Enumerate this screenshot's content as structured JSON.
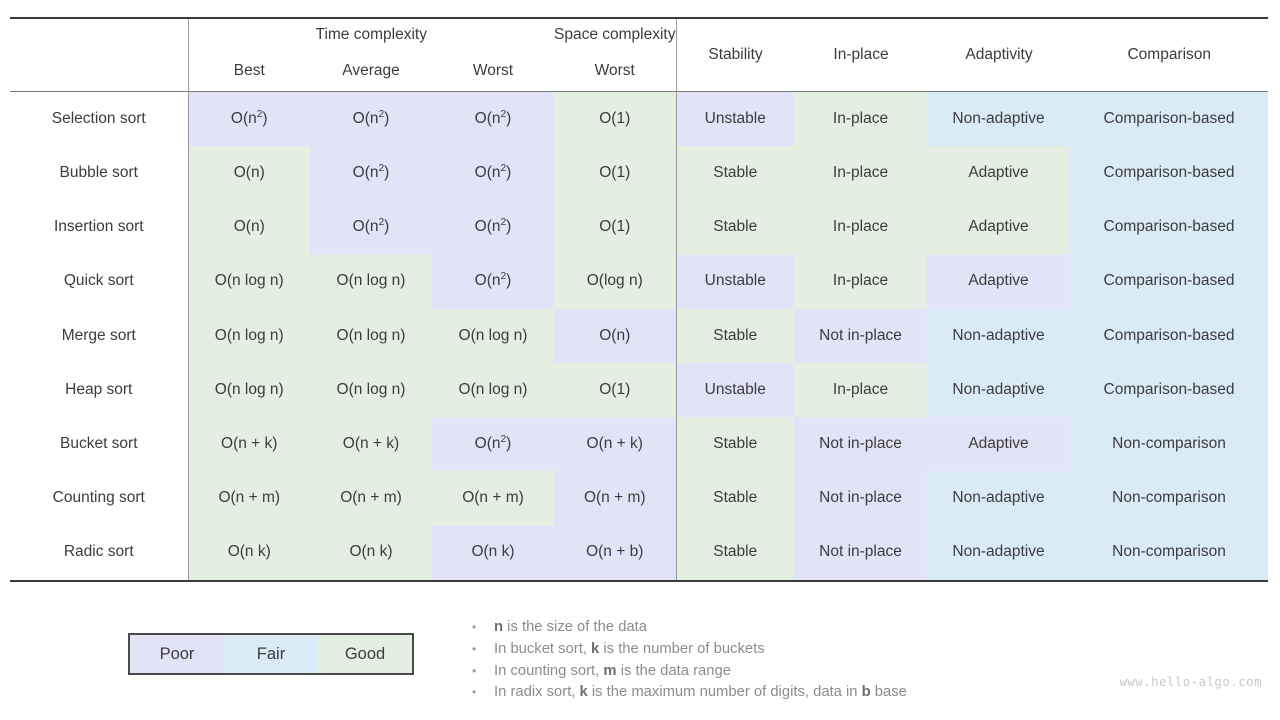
{
  "table": {
    "group_headers": [
      {
        "label": "Time complexity",
        "span": 3
      },
      {
        "label": "Space complexity",
        "span": 1
      }
    ],
    "sub_headers": [
      "Best",
      "Average",
      "Worst",
      "Worst"
    ],
    "right_headers": [
      "Stability",
      "In-place",
      "Adaptivity",
      "Comparison"
    ],
    "rows": [
      {
        "name": "Selection sort",
        "best": "O(n²)",
        "best_rank": "poor",
        "average": "O(n²)",
        "average_rank": "poor",
        "worst_time": "O(n²)",
        "worst_time_rank": "poor",
        "worst_space": "O(1)",
        "worst_space_rank": "good",
        "stability": "Unstable",
        "stability_rank": "poor",
        "in_place": "In-place",
        "in_place_rank": "good",
        "adaptivity": "Non-adaptive",
        "adaptivity_rank": "fair",
        "comparison": "Comparison-based",
        "comparison_rank": "fair"
      },
      {
        "name": "Bubble sort",
        "best": "O(n)",
        "best_rank": "good",
        "average": "O(n²)",
        "average_rank": "poor",
        "worst_time": "O(n²)",
        "worst_time_rank": "poor",
        "worst_space": "O(1)",
        "worst_space_rank": "good",
        "stability": "Stable",
        "stability_rank": "good",
        "in_place": "In-place",
        "in_place_rank": "good",
        "adaptivity": "Adaptive",
        "adaptivity_rank": "good",
        "comparison": "Comparison-based",
        "comparison_rank": "fair"
      },
      {
        "name": "Insertion sort",
        "best": "O(n)",
        "best_rank": "good",
        "average": "O(n²)",
        "average_rank": "poor",
        "worst_time": "O(n²)",
        "worst_time_rank": "poor",
        "worst_space": "O(1)",
        "worst_space_rank": "good",
        "stability": "Stable",
        "stability_rank": "good",
        "in_place": "In-place",
        "in_place_rank": "good",
        "adaptivity": "Adaptive",
        "adaptivity_rank": "good",
        "comparison": "Comparison-based",
        "comparison_rank": "fair"
      },
      {
        "name": "Quick sort",
        "best": "O(n log n)",
        "best_rank": "good",
        "average": "O(n log n)",
        "average_rank": "good",
        "worst_time": "O(n²)",
        "worst_time_rank": "poor",
        "worst_space": "O(log n)",
        "worst_space_rank": "good",
        "stability": "Unstable",
        "stability_rank": "poor",
        "in_place": "In-place",
        "in_place_rank": "good",
        "adaptivity": "Adaptive",
        "adaptivity_rank": "poor",
        "comparison": "Comparison-based",
        "comparison_rank": "fair"
      },
      {
        "name": "Merge sort",
        "best": "O(n log n)",
        "best_rank": "good",
        "average": "O(n log n)",
        "average_rank": "good",
        "worst_time": "O(n log n)",
        "worst_time_rank": "good",
        "worst_space": "O(n)",
        "worst_space_rank": "poor",
        "stability": "Stable",
        "stability_rank": "good",
        "in_place": "Not in-place",
        "in_place_rank": "poor",
        "adaptivity": "Non-adaptive",
        "adaptivity_rank": "fair",
        "comparison": "Comparison-based",
        "comparison_rank": "fair"
      },
      {
        "name": "Heap sort",
        "best": "O(n log n)",
        "best_rank": "good",
        "average": "O(n log n)",
        "average_rank": "good",
        "worst_time": "O(n log n)",
        "worst_time_rank": "good",
        "worst_space": "O(1)",
        "worst_space_rank": "good",
        "stability": "Unstable",
        "stability_rank": "poor",
        "in_place": "In-place",
        "in_place_rank": "good",
        "adaptivity": "Non-adaptive",
        "adaptivity_rank": "fair",
        "comparison": "Comparison-based",
        "comparison_rank": "fair"
      },
      {
        "name": "Bucket sort",
        "best": "O(n + k)",
        "best_rank": "good",
        "average": "O(n + k)",
        "average_rank": "good",
        "worst_time": "O(n²)",
        "worst_time_rank": "poor",
        "worst_space": "O(n + k)",
        "worst_space_rank": "poor",
        "stability": "Stable",
        "stability_rank": "good",
        "in_place": "Not in-place",
        "in_place_rank": "poor",
        "adaptivity": "Adaptive",
        "adaptivity_rank": "poor",
        "comparison": "Non-comparison",
        "comparison_rank": "fair"
      },
      {
        "name": "Counting sort",
        "best": "O(n + m)",
        "best_rank": "good",
        "average": "O(n + m)",
        "average_rank": "good",
        "worst_time": "O(n + m)",
        "worst_time_rank": "good",
        "worst_space": "O(n + m)",
        "worst_space_rank": "poor",
        "stability": "Stable",
        "stability_rank": "good",
        "in_place": "Not in-place",
        "in_place_rank": "poor",
        "adaptivity": "Non-adaptive",
        "adaptivity_rank": "fair",
        "comparison": "Non-comparison",
        "comparison_rank": "fair"
      },
      {
        "name": "Radic sort",
        "best": "O(n k)",
        "best_rank": "good",
        "average": "O(n k)",
        "average_rank": "good",
        "worst_time": "O(n k)",
        "worst_time_rank": "poor",
        "worst_space": "O(n + b)",
        "worst_space_rank": "poor",
        "stability": "Stable",
        "stability_rank": "good",
        "in_place": "Not in-place",
        "in_place_rank": "poor",
        "adaptivity": "Non-adaptive",
        "adaptivity_rank": "fair",
        "comparison": "Non-comparison",
        "comparison_rank": "fair"
      }
    ]
  },
  "legend": {
    "items": [
      {
        "label": "Poor",
        "rank": "poor"
      },
      {
        "label": "Fair",
        "rank": "fair"
      },
      {
        "label": "Good",
        "rank": "good"
      }
    ]
  },
  "notes": {
    "bullet": "•",
    "lines": [
      {
        "pre": "",
        "sym": "n",
        "post": " is the size of the data"
      },
      {
        "pre": "In bucket sort, ",
        "sym": "k",
        "post": " is the number of buckets"
      },
      {
        "pre": "In counting sort, ",
        "sym": "m",
        "post": " is the data range"
      },
      {
        "pre": "In radix sort, ",
        "sym": "k",
        "post": " is the maximum number of digits, data in ",
        "sym2": "b",
        "post2": " base"
      }
    ]
  },
  "watermark": "www.hello-algo.com",
  "colors": {
    "poor": "#e2e3f7",
    "fair": "#d9ebf7",
    "good": "#e4eee3",
    "rule": "#3a3a3a",
    "text": "#3c3c3c",
    "note_text": "#8c8c8c",
    "watermark": "#c9c9c9"
  }
}
